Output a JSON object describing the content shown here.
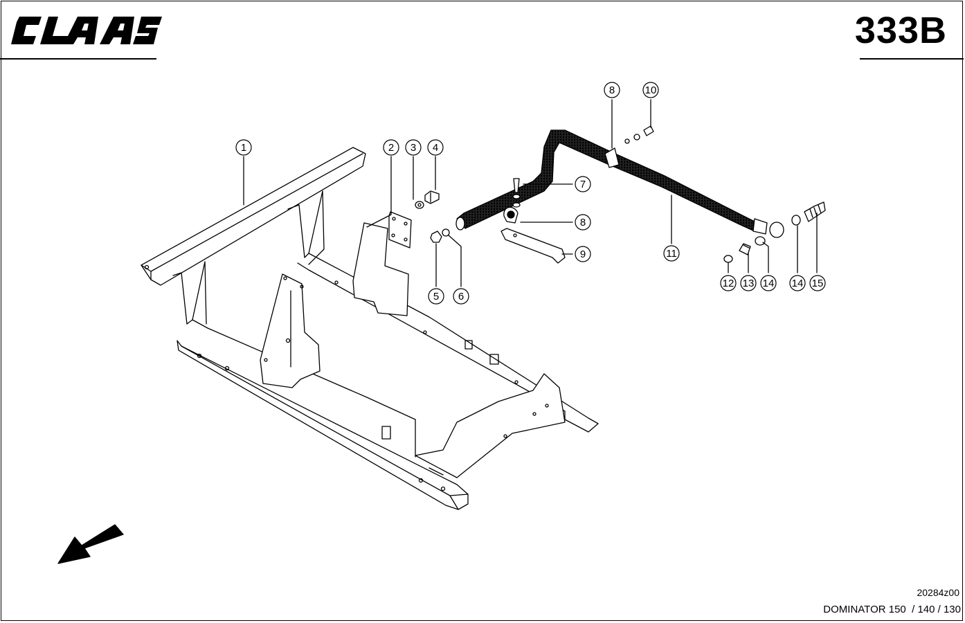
{
  "header": {
    "brand": "CLAAS",
    "page_number": "333B"
  },
  "callouts": [
    {
      "label": "1"
    },
    {
      "label": "2"
    },
    {
      "label": "3"
    },
    {
      "label": "4"
    },
    {
      "label": "5"
    },
    {
      "label": "6"
    },
    {
      "label": "7"
    },
    {
      "label": "8"
    },
    {
      "label": "9"
    },
    {
      "label": "8"
    },
    {
      "label": "10"
    },
    {
      "label": "11"
    },
    {
      "label": "12"
    },
    {
      "label": "13"
    },
    {
      "label": "14"
    },
    {
      "label": "14"
    },
    {
      "label": "15"
    }
  ],
  "footer": {
    "drawing_code": "20284z00",
    "models": "DOMINATOR 150  / 140 / 130"
  }
}
